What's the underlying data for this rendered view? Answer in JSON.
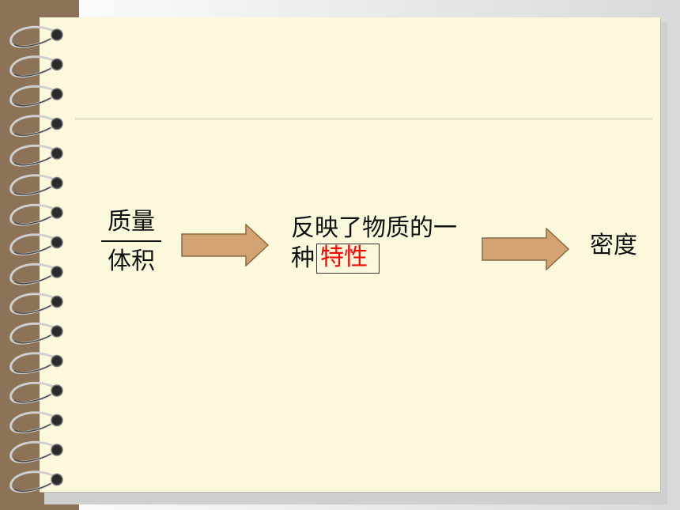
{
  "fraction": {
    "numerator": "质量",
    "denominator": "体积"
  },
  "description": {
    "line1": "反映了物质的一",
    "line2_prefix": "种",
    "answer": "特性"
  },
  "result": "密度",
  "colors": {
    "answer": "#ff0000",
    "arrow_fill": "#d4a373",
    "arrow_stroke": "#8a6a44",
    "paper": "#fbf8dc",
    "spine": "#8c7357"
  }
}
